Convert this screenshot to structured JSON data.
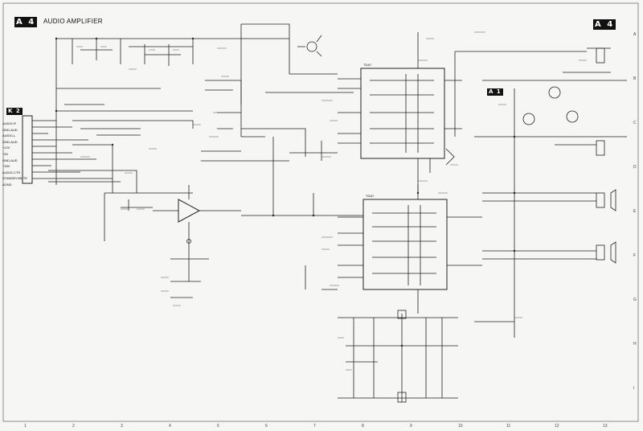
{
  "page": {
    "sheet_id": "A 4",
    "title": "AUDIO AMPLIFIER"
  },
  "modules": {
    "left_connector": {
      "label": "K 2",
      "pins": [
        "AUDIO-R",
        "GND-AUD",
        "AUDIO-L",
        "GND-AUD",
        "+12V",
        "+5V",
        "GND-AUD",
        "+33V",
        "AUDIO-CTR",
        "STANDBY/MUTE",
        "AGND"
      ]
    },
    "right_marker": {
      "label": "A 1"
    },
    "upper_ic": {
      "label": "TDA7"
    },
    "lower_ic": {
      "label": "TDA7"
    }
  },
  "rulers": {
    "bottom": [
      "1",
      "2",
      "3",
      "4",
      "5",
      "6",
      "7",
      "8",
      "9",
      "10",
      "11",
      "12",
      "13"
    ],
    "right": [
      "A",
      "B",
      "C",
      "D",
      "E",
      "F",
      "G",
      "H",
      "I"
    ]
  }
}
